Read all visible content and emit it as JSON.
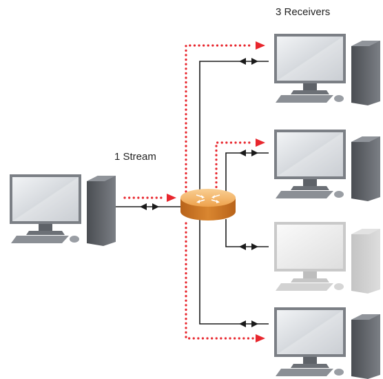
{
  "labels": {
    "receivers": "3 Receivers",
    "stream": "1 Stream"
  },
  "nodes": [
    {
      "role": "sender",
      "state": "active"
    },
    {
      "role": "router",
      "state": "active"
    },
    {
      "role": "receiver",
      "state": "active"
    },
    {
      "role": "receiver",
      "state": "active"
    },
    {
      "role": "receiver",
      "state": "inactive"
    },
    {
      "role": "receiver",
      "state": "active"
    }
  ],
  "colors": {
    "stream_arrow": "#e8262d",
    "cable": "#1a1a1a",
    "router_top": "#f5b86a",
    "router_side": "#c8741f",
    "monitor_screen": "#d7dbe0",
    "monitor_frame": "#7b7f85",
    "inactive_device": "#c9c9c9"
  },
  "icons": [
    "desktop-computer-icon",
    "router-icon",
    "bidirectional-arrow-icon"
  ]
}
